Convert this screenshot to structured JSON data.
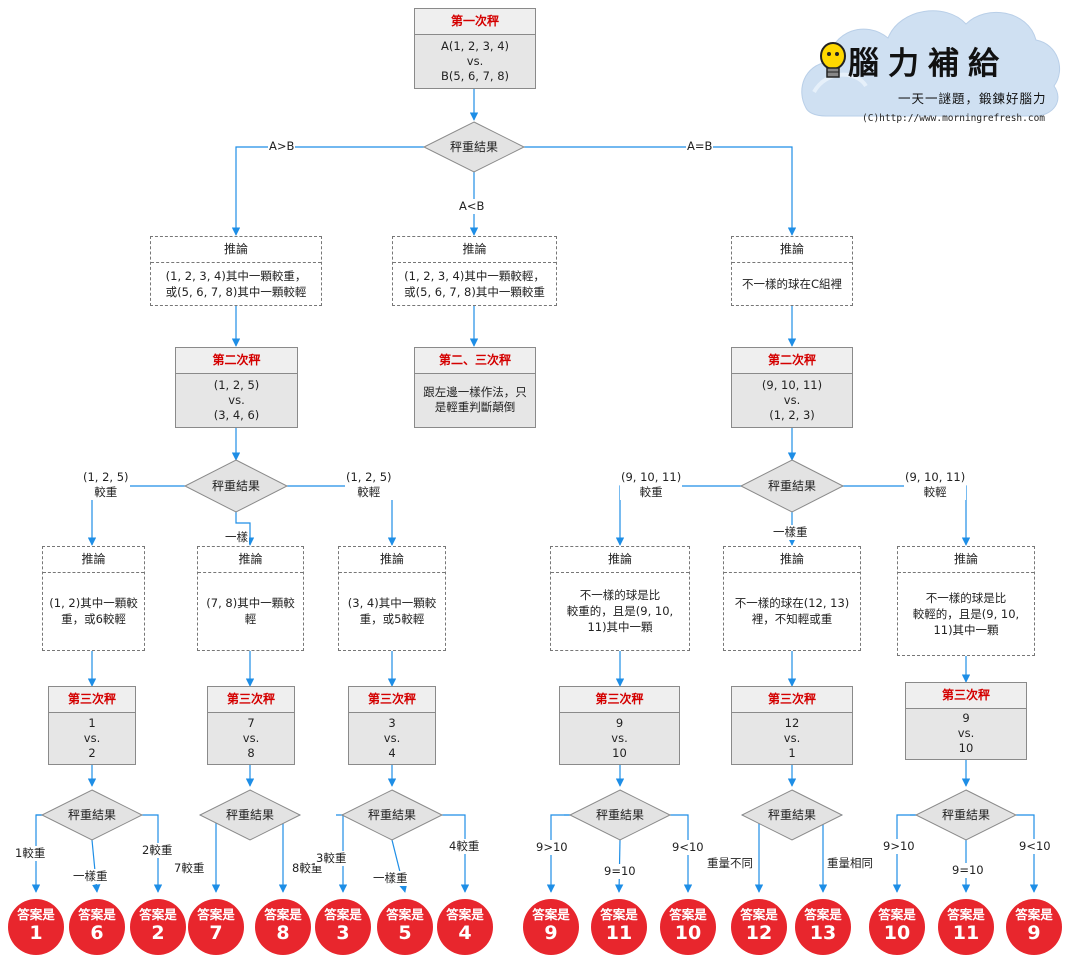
{
  "logo": {
    "brand": "腦力補給",
    "slogan": "一天一謎題，鍛鍊好腦力",
    "url": "(C)http://www.morningrefresh.com",
    "icon": "lightbulb-icon",
    "cloud_color": "#cfe0f2"
  },
  "colors": {
    "connector": "#1e8ee6",
    "answer_fill": "#e8262d",
    "weigh_title": "#d40000"
  },
  "weighings": {
    "w1": {
      "title": "第一次秤",
      "lines": [
        "A(1, 2, 3, 4)",
        "vs.",
        "B(5, 6, 7, 8)"
      ]
    },
    "w2L": {
      "title": "第二次秤",
      "lines": [
        "(1, 2, 5)",
        "vs.",
        "(3, 4, 6)"
      ]
    },
    "w2M": {
      "title": "第二、三次秤",
      "lines": [
        "跟左邊一樣作法，只",
        "是輕重判斷顛倒"
      ]
    },
    "w2R": {
      "title": "第二次秤",
      "lines": [
        "(9, 10, 11)",
        "vs.",
        "(1, 2, 3)"
      ]
    },
    "w3a": {
      "title": "第三次秤",
      "lines": [
        "1",
        "vs.",
        "2"
      ]
    },
    "w3b": {
      "title": "第三次秤",
      "lines": [
        "7",
        "vs.",
        "8"
      ]
    },
    "w3c": {
      "title": "第三次秤",
      "lines": [
        "3",
        "vs.",
        "4"
      ]
    },
    "w3d": {
      "title": "第三次秤",
      "lines": [
        "9",
        "vs.",
        "10"
      ]
    },
    "w3e": {
      "title": "第三次秤",
      "lines": [
        "12",
        "vs.",
        "1"
      ]
    },
    "w3f": {
      "title": "第三次秤",
      "lines": [
        "9",
        "vs.",
        "10"
      ]
    }
  },
  "inferences": {
    "iAgtB": {
      "title": "推論",
      "lines": [
        "(1, 2, 3, 4)其中一顆較重，",
        "或(5, 6, 7, 8)其中一顆較輕"
      ]
    },
    "iAltB": {
      "title": "推論",
      "lines": [
        "(1, 2, 3, 4)其中一顆較輕，",
        "或(5, 6, 7, 8)其中一顆較重"
      ]
    },
    "iAeqB": {
      "title": "推論",
      "lines": [
        "不一樣的球在C組裡"
      ]
    },
    "iL1": {
      "title": "推論",
      "lines": [
        "(1, 2)其中一顆較",
        "重，或6較輕"
      ]
    },
    "iL2": {
      "title": "推論",
      "lines": [
        "(7, 8)其中一顆較",
        "輕"
      ]
    },
    "iL3": {
      "title": "推論",
      "lines": [
        "(3, 4)其中一顆較",
        "重，或5較輕"
      ]
    },
    "iR1": {
      "title": "推論",
      "lines": [
        "不一樣的球是比",
        "較重的，且是(9, 10,",
        "11)其中一顆"
      ]
    },
    "iR2": {
      "title": "推論",
      "lines": [
        "不一樣的球在(12, 13)",
        "裡，不知輕或重"
      ]
    },
    "iR3": {
      "title": "推論",
      "lines": [
        "不一樣的球是比",
        "較輕的，且是(9, 10,",
        "11)其中一顆"
      ]
    }
  },
  "decision_label": "秤重結果",
  "edge_labels": {
    "d1_left": "A>B",
    "d1_mid": "A<B",
    "d1_right": "A=B",
    "dL_left": "(1, 2, 5)\n較重",
    "dL_mid": "一樣",
    "dL_right": "(1, 2, 5)\n較輕",
    "dR_left": "(9, 10, 11)\n較重",
    "dR_mid": "一樣重",
    "dR_right": "(9, 10, 11)\n較輕",
    "a_left": "1較重",
    "a_mid": "一樣重",
    "a_right": "2較重",
    "b_left": "7較重",
    "b_right": "8較重",
    "c_left": "3較重",
    "c_mid": "一樣重",
    "c_right": "4較重",
    "d_left": "9>10",
    "d_mid": "9=10",
    "d_right": "9<10",
    "e_left": "重量不同",
    "e_right": "重量相同",
    "f_left": "9>10",
    "f_mid": "9=10",
    "f_right": "9<10"
  },
  "answer_prefix": "答案是",
  "answers": [
    "1",
    "6",
    "2",
    "7",
    "8",
    "3",
    "5",
    "4",
    "9",
    "11",
    "10",
    "12",
    "13",
    "10",
    "11",
    "9"
  ]
}
